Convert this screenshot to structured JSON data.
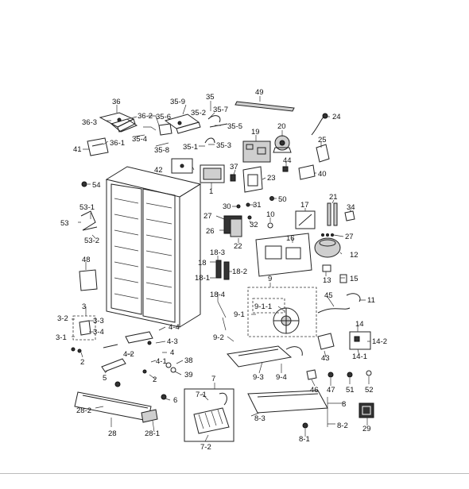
{
  "labels": [
    {
      "id": "l49",
      "text": "49"
    },
    {
      "id": "l36",
      "text": "36"
    },
    {
      "id": "l35",
      "text": "35"
    },
    {
      "id": "l35-9",
      "text": "35-9"
    },
    {
      "id": "l35-7",
      "text": "35-7"
    },
    {
      "id": "l35-2",
      "text": "35-2"
    },
    {
      "id": "l36-3",
      "text": "36-3"
    },
    {
      "id": "l36-2",
      "text": "36-2"
    },
    {
      "id": "l35-6",
      "text": "35-6"
    },
    {
      "id": "l35-5",
      "text": "35-5"
    },
    {
      "id": "l24",
      "text": "24"
    },
    {
      "id": "l19",
      "text": "19"
    },
    {
      "id": "l20",
      "text": "20"
    },
    {
      "id": "l36-1",
      "text": "36-1"
    },
    {
      "id": "l35-4",
      "text": "35-4"
    },
    {
      "id": "l35-3",
      "text": "35-3"
    },
    {
      "id": "l41",
      "text": "41"
    },
    {
      "id": "l35-8",
      "text": "35-8"
    },
    {
      "id": "l35-1",
      "text": "35-1"
    },
    {
      "id": "l25",
      "text": "25"
    },
    {
      "id": "l44",
      "text": "44"
    },
    {
      "id": "l42",
      "text": "42"
    },
    {
      "id": "l37",
      "text": "37"
    },
    {
      "id": "l23",
      "text": "23"
    },
    {
      "id": "l40",
      "text": "40"
    },
    {
      "id": "l54",
      "text": "54"
    },
    {
      "id": "l1",
      "text": "1"
    },
    {
      "id": "l50",
      "text": "50"
    },
    {
      "id": "l21",
      "text": "21"
    },
    {
      "id": "l34",
      "text": "34"
    },
    {
      "id": "l53-1",
      "text": "53-1"
    },
    {
      "id": "l30",
      "text": "30"
    },
    {
      "id": "l31",
      "text": "31"
    },
    {
      "id": "l17",
      "text": "17"
    },
    {
      "id": "l27a",
      "text": "27"
    },
    {
      "id": "l10",
      "text": "10"
    },
    {
      "id": "l53",
      "text": "53"
    },
    {
      "id": "l32",
      "text": "32"
    },
    {
      "id": "l26",
      "text": "26"
    },
    {
      "id": "l27b",
      "text": "27"
    },
    {
      "id": "l53-2",
      "text": "53-2"
    },
    {
      "id": "l22",
      "text": "22"
    },
    {
      "id": "l16",
      "text": "16"
    },
    {
      "id": "l12",
      "text": "12"
    },
    {
      "id": "l48",
      "text": "48"
    },
    {
      "id": "l18-3",
      "text": "18-3"
    },
    {
      "id": "l18",
      "text": "18"
    },
    {
      "id": "l18-1",
      "text": "18-1"
    },
    {
      "id": "l18-2",
      "text": "18-2"
    },
    {
      "id": "l13",
      "text": "13"
    },
    {
      "id": "l15",
      "text": "15"
    },
    {
      "id": "l9",
      "text": "9"
    },
    {
      "id": "l18-4",
      "text": "18-4"
    },
    {
      "id": "l11",
      "text": "11"
    },
    {
      "id": "l9-1-1",
      "text": "9-1-1"
    },
    {
      "id": "l45",
      "text": "45"
    },
    {
      "id": "l3",
      "text": "3"
    },
    {
      "id": "l9-1",
      "text": "9-1"
    },
    {
      "id": "l3-2",
      "text": "3-2"
    },
    {
      "id": "l3-3",
      "text": "3-3"
    },
    {
      "id": "l3-4",
      "text": "3-4"
    },
    {
      "id": "l4-4",
      "text": "4-4"
    },
    {
      "id": "l14",
      "text": "14"
    },
    {
      "id": "l3-1",
      "text": "3-1"
    },
    {
      "id": "l9-2",
      "text": "9-2"
    },
    {
      "id": "l4-3",
      "text": "4-3"
    },
    {
      "id": "l14-2",
      "text": "14-2"
    },
    {
      "id": "l4-2",
      "text": "4-2"
    },
    {
      "id": "l4",
      "text": "4"
    },
    {
      "id": "l43",
      "text": "43"
    },
    {
      "id": "l4-1",
      "text": "4-1"
    },
    {
      "id": "l14-1",
      "text": "14-1"
    },
    {
      "id": "l2a",
      "text": "2"
    },
    {
      "id": "l38",
      "text": "38"
    },
    {
      "id": "l5",
      "text": "5"
    },
    {
      "id": "l2b",
      "text": "2"
    },
    {
      "id": "l39",
      "text": "39"
    },
    {
      "id": "l9-3",
      "text": "9-3"
    },
    {
      "id": "l9-4",
      "text": "9-4"
    },
    {
      "id": "l47",
      "text": "47"
    },
    {
      "id": "l51",
      "text": "51"
    },
    {
      "id": "l52",
      "text": "52"
    },
    {
      "id": "l7",
      "text": "7"
    },
    {
      "id": "l46",
      "text": "46"
    },
    {
      "id": "l7-1",
      "text": "7-1"
    },
    {
      "id": "l6",
      "text": "6"
    },
    {
      "id": "l8",
      "text": "8"
    },
    {
      "id": "l28-2",
      "text": "28-2"
    },
    {
      "id": "l8-3",
      "text": "8-3"
    },
    {
      "id": "l29",
      "text": "29"
    },
    {
      "id": "l8-2",
      "text": "8-2"
    },
    {
      "id": "l28",
      "text": "28"
    },
    {
      "id": "l28-1",
      "text": "28-1"
    },
    {
      "id": "l7-2",
      "text": "7-2"
    },
    {
      "id": "l8-1",
      "text": "8-1"
    }
  ]
}
